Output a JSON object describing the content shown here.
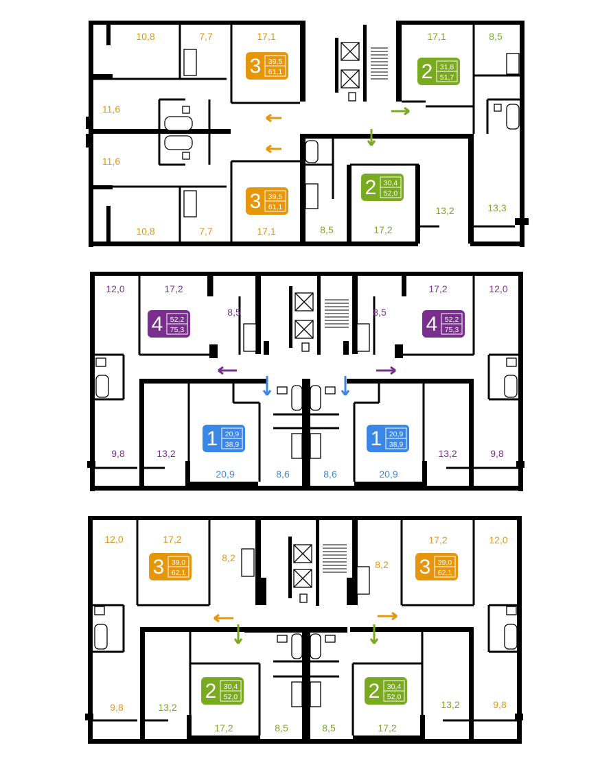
{
  "colors": {
    "orange": "#e6960a",
    "green": "#7aaa1f",
    "purple": "#7a2e8e",
    "blue": "#3a87e6",
    "wall": "#000000"
  },
  "floors": [
    {
      "rooms": [
        "10,8",
        "7,7",
        "17,1",
        "11,6",
        "11,6",
        "10,8",
        "7,7",
        "17,1",
        "17,1",
        "8,5",
        "8,5",
        "17,2",
        "13,2",
        "13,3"
      ],
      "apartments": [
        {
          "rooms": "3",
          "living": "39,5",
          "total": "61,1",
          "color": "orange"
        },
        {
          "rooms": "3",
          "living": "39,5",
          "total": "61,1",
          "color": "orange"
        },
        {
          "rooms": "2",
          "living": "31,8",
          "total": "51,7",
          "color": "green"
        },
        {
          "rooms": "2",
          "living": "30,4",
          "total": "52,0",
          "color": "green"
        }
      ]
    },
    {
      "rooms": [
        "12,0",
        "17,2",
        "8,5",
        "8,5",
        "17,2",
        "12,0",
        "9,8",
        "13,2",
        "20,9",
        "8,6",
        "8,6",
        "20,9",
        "13,2",
        "9,8"
      ],
      "apartments": [
        {
          "rooms": "4",
          "living": "52,2",
          "total": "75,3",
          "color": "purple"
        },
        {
          "rooms": "4",
          "living": "52,2",
          "total": "75,3",
          "color": "purple"
        },
        {
          "rooms": "1",
          "living": "20,9",
          "total": "38,9",
          "color": "blue"
        },
        {
          "rooms": "1",
          "living": "20,9",
          "total": "38,9",
          "color": "blue"
        }
      ]
    },
    {
      "rooms": [
        "12,0",
        "17,2",
        "8,2",
        "8,2",
        "17,2",
        "12,0",
        "9,8",
        "13,2",
        "17,2",
        "8,5",
        "8,5",
        "17,2",
        "13,2",
        "9,8"
      ],
      "apartments": [
        {
          "rooms": "3",
          "living": "39,0",
          "total": "62,1",
          "color": "orange"
        },
        {
          "rooms": "3",
          "living": "39,0",
          "total": "62,1",
          "color": "orange"
        },
        {
          "rooms": "2",
          "living": "30,4",
          "total": "52,0",
          "color": "green"
        },
        {
          "rooms": "2",
          "living": "30,4",
          "total": "52,0",
          "color": "green"
        }
      ]
    }
  ]
}
